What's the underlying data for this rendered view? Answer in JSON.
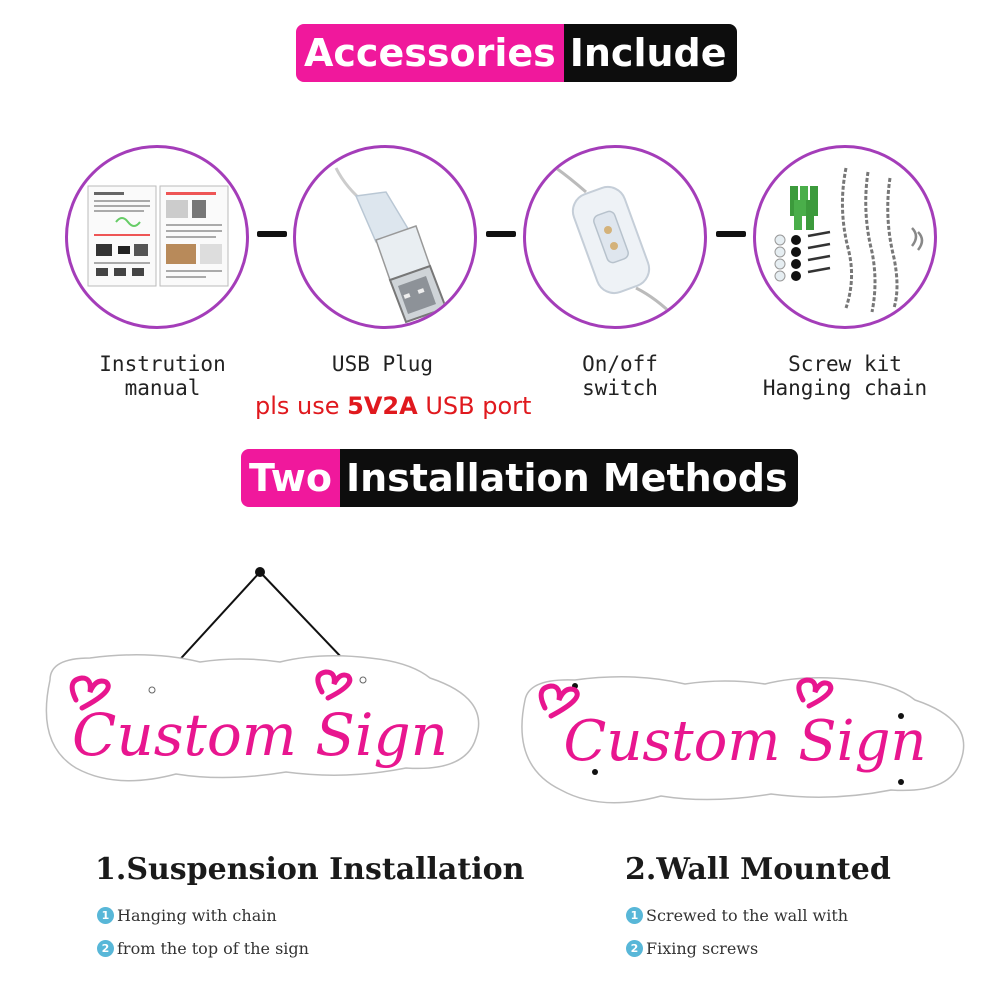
{
  "banner_accessories": {
    "pink_text": "Accessories",
    "black_text": "Include"
  },
  "accessories": [
    {
      "icon": "instruction-manual-icon",
      "line1": "Instrution",
      "line2": "manual"
    },
    {
      "icon": "usb-plug-icon",
      "line1": "USB Plug",
      "line2": ""
    },
    {
      "icon": "on-off-switch-icon",
      "line1": "On/off",
      "line2": "switch"
    },
    {
      "icon": "screw-kit-icon",
      "line1": "Screw kit",
      "line2": "Hanging chain"
    }
  ],
  "usb_note": {
    "prefix": "pls use ",
    "highlight": "5V2A",
    "suffix": " USB port"
  },
  "banner_methods": {
    "pink_text": "Two",
    "black_text": "Installation Methods"
  },
  "sign_text": "Custom Sign",
  "methods": [
    {
      "title": "1.Suspension Installation",
      "steps": [
        {
          "num": "1",
          "text": "Hanging with chain"
        },
        {
          "num": "2",
          "text": "from the top of the sign"
        }
      ]
    },
    {
      "title": "2.Wall Mounted",
      "steps": [
        {
          "num": "1",
          "text": "Screwed to the wall with"
        },
        {
          "num": "2",
          "text": "Fixing screws"
        }
      ]
    }
  ],
  "colors": {
    "accent_pink": "#f0189c",
    "banner_black": "#0d0d0d",
    "circle_border": "#a43db9",
    "note_red": "#e0191e",
    "step_blue": "#58b7d8",
    "neon_pink": "#e8168f"
  }
}
